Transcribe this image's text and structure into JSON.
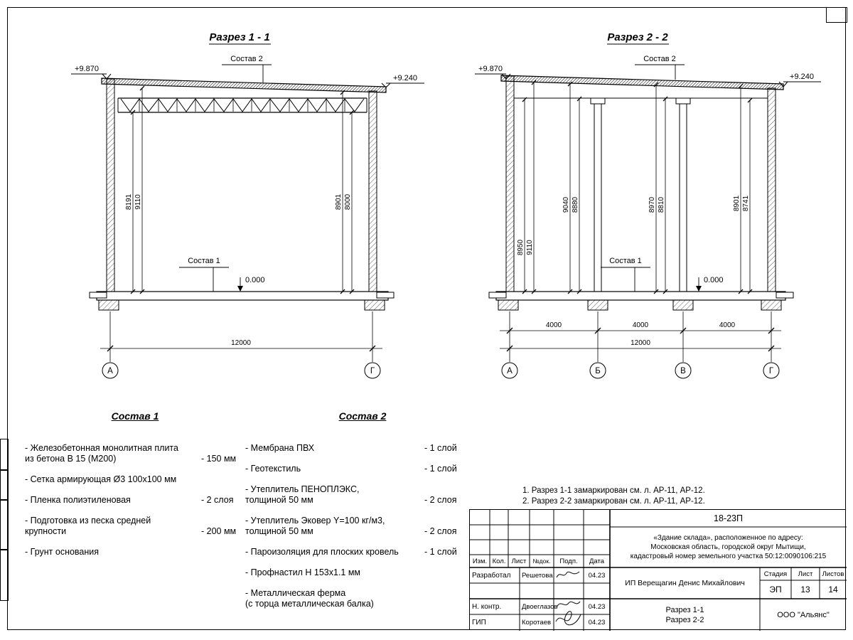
{
  "section1": {
    "title": "Разрез 1 - 1",
    "elev_left": "+9.870",
    "elev_right": "+9.240",
    "label_sostav2": "Состав 2",
    "label_sostav1": "Состав 1",
    "label_zero": "0.000",
    "vdims": [
      "8191",
      "9110",
      "8901",
      "8000"
    ],
    "total": "12000",
    "axes": [
      "А",
      "Г"
    ]
  },
  "section2": {
    "title": "Разрез 2 - 2",
    "elev_left": "+9.870",
    "elev_right": "+9.240",
    "label_sostav2": "Состав 2",
    "label_sostav1": "Состав 1",
    "label_zero": "0.000",
    "vdims": [
      "8950",
      "9110",
      "9040",
      "8880",
      "8970",
      "8810",
      "8901",
      "8741"
    ],
    "spans": [
      "4000",
      "4000",
      "4000"
    ],
    "total": "12000",
    "axes": [
      "А",
      "Б",
      "В",
      "Г"
    ]
  },
  "sostav1": {
    "title": "Состав 1",
    "items": [
      {
        "text": "- Железобетонная  монолитная плита\nиз бетона В 15 (М200)",
        "value": "- 150 мм"
      },
      {
        "text": "- Сетка армирующая Ø3 100х100 мм",
        "value": ""
      },
      {
        "text": "- Пленка полиэтиленовая",
        "value": "- 2 слоя"
      },
      {
        "text": "- Подготовка из песка средней\nкрупности",
        "value": "- 200 мм"
      },
      {
        "text": "- Грунт основания",
        "value": ""
      }
    ]
  },
  "sostav2": {
    "title": "Состав 2",
    "items": [
      {
        "text": "- Мембрана ПВХ",
        "value": "- 1 слой"
      },
      {
        "text": "- Геотекстиль",
        "value": "- 1 слой"
      },
      {
        "text": "- Утеплитель ПЕНОПЛЭКС,\nтолщиной 50 мм",
        "value": "- 2 слоя"
      },
      {
        "text": "- Утеплитель Эковер Y=100 кг/м3,\nтолщиной 50 мм",
        "value": "- 2 слоя"
      },
      {
        "text": "- Пароизоляция для плоских кровель",
        "value": "- 1 слой"
      },
      {
        "text": "- Профнастил Н 153х1.1 мм",
        "value": ""
      },
      {
        "text": "- Металлическая ферма\n(с торца металлическая балка)",
        "value": ""
      }
    ]
  },
  "notes": {
    "line1": "1. Разрез 1-1 замаркирован см. л. АР-11, АР-12.",
    "line2": "2. Разрез 2-2 замаркирован см. л. АР-11, АР-12."
  },
  "titleblock": {
    "doc_number": "18-23П",
    "project_line1": "«Здание склада», расположенное по адресу:",
    "project_line2": "Московская область, городской округ Мытищи,",
    "project_line3": "кадастровый номер земельного участка 50:12:0090106:215",
    "col_izm": "Изм.",
    "col_kol": "Кол.",
    "col_list": "Лист",
    "col_ndok": "№док.",
    "col_podp": "Подп.",
    "col_data": "Дата",
    "row1_role": "Разработал",
    "row1_name": "Решетова",
    "row1_date": "04.23",
    "row2_role": "Н. контр.",
    "row2_name": "Двоеглазов",
    "row2_date": "04.23",
    "row3_role": "ГИП",
    "row3_name": "Коротаев",
    "row3_date": "04.23",
    "client": "ИП Верещагин Денис Михайлович",
    "stage_label": "Стадия",
    "sheet_label": "Лист",
    "sheets_label": "Листов",
    "stage": "ЭП",
    "sheet": "13",
    "sheets": "14",
    "sheet_title_line1": "Разрез 1-1",
    "sheet_title_line2": "Разрез 2-2",
    "org": "ООО \"Альянс\""
  }
}
